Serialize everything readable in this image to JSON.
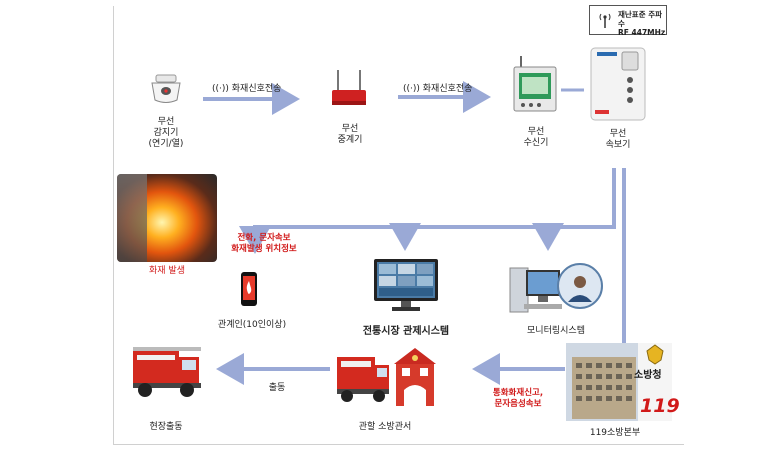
{
  "diagram": {
    "badge": {
      "text": "재난표준 주파수\nRF 447MHz"
    },
    "signal_label_1": "화재신호전송",
    "signal_label_2": "화재신호전송",
    "detector_label": "무선\n감지기\n(연기/열)",
    "repeater_label": "무선\n중계기",
    "receiver_label": "무선\n수신기",
    "alarm_label": "무선\n속보기",
    "fire_label": "화재 발생",
    "alert_label": "전화, 문자속보\n화재발생 위치정보",
    "phone_label": "관계인(10인이상)",
    "control_title": "전통시장 관제시스템",
    "monitoring_label": "모니터링시스템",
    "hq_report_label": "통화화재신고,\n문자음성속보",
    "hq_label": "119소방본부",
    "hq_sign": "소방청",
    "hq_logo": "119",
    "station_label": "관할 소방관서",
    "dispatch_label": "출동",
    "scene_label": "현장출동",
    "colors": {
      "arrow": "#9aa9d6",
      "alert_red": "#d11a1a",
      "truck_red": "#d32a1f",
      "repeater_red": "#cf2121"
    }
  }
}
